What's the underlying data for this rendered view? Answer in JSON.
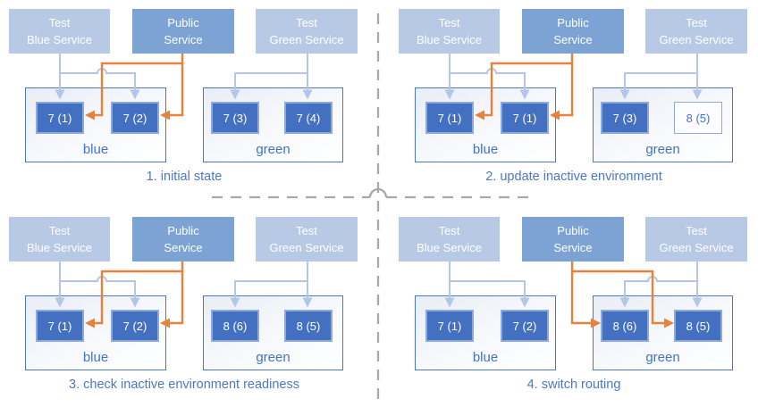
{
  "colors": {
    "test_service_fill": "#b8c9e6",
    "public_service_fill": "#7ca3d4",
    "node_fill": "#4470c2",
    "node_border": "#8ea9db",
    "environment_border": "#4b78c6",
    "accent_text": "#4472c4",
    "test_connector": "#b4c6e7",
    "public_connector": "#e8813a",
    "divider": "#a8a8a8"
  },
  "panels": [
    {
      "caption": "1. initial state",
      "public_routes_to": "blue",
      "services": {
        "test_blue": {
          "line1": "Test",
          "line2": "Blue Service"
        },
        "public": {
          "line1": "Public",
          "line2": "Service"
        },
        "test_green": {
          "line1": "Test",
          "line2": "Green Service"
        }
      },
      "environments": {
        "blue": {
          "label": "blue",
          "nodes": [
            {
              "label": "7 (1)",
              "state": "active"
            },
            {
              "label": "7 (2)",
              "state": "active"
            }
          ]
        },
        "green": {
          "label": "green",
          "nodes": [
            {
              "label": "7 (3)",
              "state": "active"
            },
            {
              "label": "7 (4)",
              "state": "active"
            }
          ]
        }
      }
    },
    {
      "caption": "2. update inactive environment",
      "public_routes_to": "blue",
      "services": {
        "test_blue": {
          "line1": "Test",
          "line2": "Blue Service"
        },
        "public": {
          "line1": "Public",
          "line2": "Service"
        },
        "test_green": {
          "line1": "Test",
          "line2": "Green Service"
        }
      },
      "environments": {
        "blue": {
          "label": "blue",
          "nodes": [
            {
              "label": "7 (1)",
              "state": "active"
            },
            {
              "label": "7 (1)",
              "state": "active"
            }
          ]
        },
        "green": {
          "label": "green",
          "nodes": [
            {
              "label": "7 (3)",
              "state": "active"
            },
            {
              "label": "8 (5)",
              "state": "updating"
            }
          ]
        }
      }
    },
    {
      "caption": "3. check inactive environment readiness",
      "public_routes_to": "blue",
      "services": {
        "test_blue": {
          "line1": "Test",
          "line2": "Blue Service"
        },
        "public": {
          "line1": "Public",
          "line2": "Service"
        },
        "test_green": {
          "line1": "Test",
          "line2": "Green Service"
        }
      },
      "environments": {
        "blue": {
          "label": "blue",
          "nodes": [
            {
              "label": "7 (1)",
              "state": "active"
            },
            {
              "label": "7 (2)",
              "state": "active"
            }
          ]
        },
        "green": {
          "label": "green",
          "nodes": [
            {
              "label": "8 (6)",
              "state": "active"
            },
            {
              "label": "8 (5)",
              "state": "active"
            }
          ]
        }
      }
    },
    {
      "caption": "4. switch routing",
      "public_routes_to": "green",
      "services": {
        "test_blue": {
          "line1": "Test",
          "line2": "Blue Service"
        },
        "public": {
          "line1": "Public",
          "line2": "Service"
        },
        "test_green": {
          "line1": "Test",
          "line2": "Green Service"
        }
      },
      "environments": {
        "blue": {
          "label": "blue",
          "nodes": [
            {
              "label": "7 (1)",
              "state": "active"
            },
            {
              "label": "7 (2)",
              "state": "active"
            }
          ]
        },
        "green": {
          "label": "green",
          "nodes": [
            {
              "label": "8 (6)",
              "state": "active"
            },
            {
              "label": "8 (5)",
              "state": "active"
            }
          ]
        }
      }
    }
  ]
}
